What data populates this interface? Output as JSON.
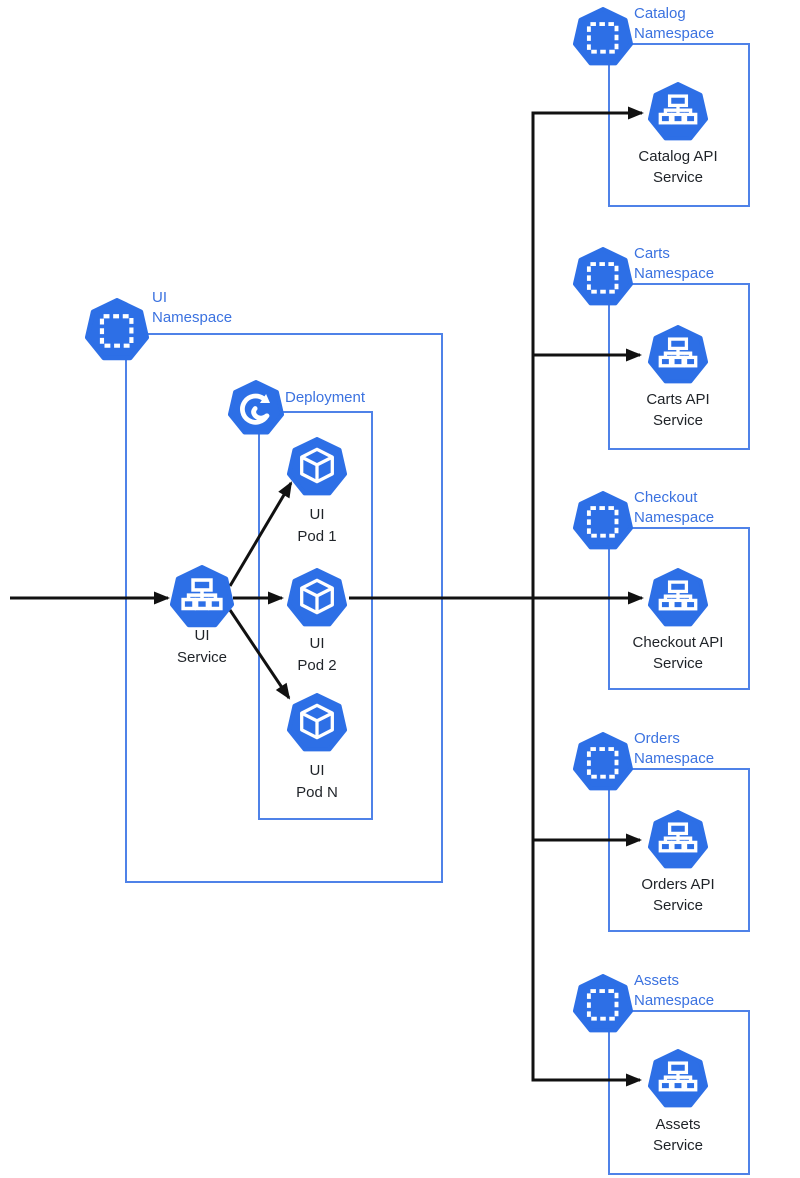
{
  "colors": {
    "icon_blue": "#2d6fe6",
    "box_border_blue": "#4f82e8",
    "label_blue": "#3b72e0",
    "text_dark": "#1f2328",
    "arrow_black": "#111111",
    "background": "#ffffff"
  },
  "left_flow": {
    "namespace_title_lines": [
      "UI",
      "Namespace"
    ],
    "deployment_label": "Deployment",
    "service_label_lines": [
      "UI",
      "Service"
    ],
    "pods": [
      {
        "label_lines": [
          "UI",
          "Pod 1"
        ]
      },
      {
        "label_lines": [
          "UI",
          "Pod 2"
        ]
      },
      {
        "label_lines": [
          "UI",
          "Pod N"
        ]
      }
    ]
  },
  "right_namespaces": [
    {
      "title_lines": [
        "Catalog",
        "Namespace"
      ],
      "service_label_lines": [
        "Catalog API",
        "Service"
      ]
    },
    {
      "title_lines": [
        "Carts",
        "Namespace"
      ],
      "service_label_lines": [
        "Carts API",
        "Service"
      ]
    },
    {
      "title_lines": [
        "Checkout",
        "Namespace"
      ],
      "service_label_lines": [
        "Checkout API",
        "Service"
      ]
    },
    {
      "title_lines": [
        "Orders",
        "Namespace"
      ],
      "service_label_lines": [
        "Orders API",
        "Service"
      ]
    },
    {
      "title_lines": [
        "Assets",
        "Namespace"
      ],
      "service_label_lines": [
        "Assets",
        "Service"
      ]
    }
  ],
  "icons": {
    "namespace_icon": "heptagon-with-dashed-square",
    "service_icon": "heptagon-with-node-tree",
    "pod_icon": "heptagon-with-cube",
    "deployment_icon": "heptagon-with-circular-arrow"
  }
}
